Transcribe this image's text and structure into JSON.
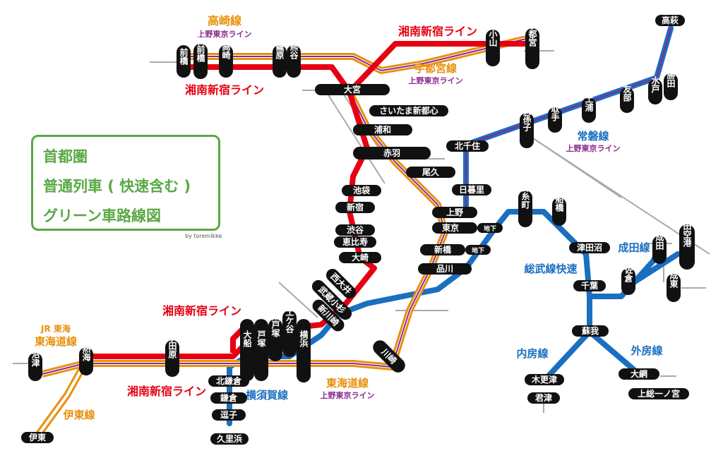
{
  "title": {
    "line1": "首都圏",
    "line2": "普通列車 ( 快速含む )",
    "line3": "グリーン車路線図"
  },
  "credit": "by toremikke",
  "colors": {
    "shonan": "#e60012",
    "tokaido": "#e8900c",
    "ueno_tokyo": "#8a2a8f",
    "sobu": "#1a6fc0",
    "joban": "#1a6fc0",
    "grey": "#aaaaaa",
    "station": "#111111",
    "title_green": "#5aa845"
  },
  "line_labels": {
    "takasaki": "高崎線",
    "takasaki_sub": "上野東京ライン",
    "shonan_top_left": "湘南新宿ライン",
    "shonan_top_right": "湘南新宿ライン",
    "utsunomiya": "宇都宮線",
    "utsunomiya_sub": "上野東京ライン",
    "joban": "常磐線",
    "joban_sub": "上野東京ライン",
    "sobu": "総武線快速",
    "narita": "成田線",
    "uchibo": "内房線",
    "sotobo": "外房線",
    "shonan_mid": "湘南新宿ライン",
    "shonan_bottom": "湘南新宿ライン",
    "jr_tokai": "JR 東海",
    "tokaido_left": "東海道線",
    "ito": "伊東線",
    "yokosuka": "横須賀線",
    "tokaido_bottom": "東海道線",
    "tokaido_bottom_sub": "上野東京ライン"
  },
  "stations": {
    "maebashi": "前橋",
    "shinmaebashi": "新前橋",
    "takasaki": "高崎",
    "kagohara": "籠原",
    "kumagaya": "熊谷",
    "oyama": "小山",
    "utsunomiya": "宇都宮",
    "omiya": "大宮",
    "saitama_shintoshin": "さいたま新都心",
    "urawa": "浦和",
    "akabane": "赤羽",
    "oku": "尾久",
    "ikebukuro": "池袋",
    "shinjuku": "新宿",
    "shibuya": "渋谷",
    "ebisu": "恵比寿",
    "osaki": "大崎",
    "nishioi": "西大井",
    "musashikosugi": "武蔵小杉",
    "shinkawasaki": "新川崎",
    "kawasaki": "川崎",
    "ueno": "上野",
    "tokyo": "東京",
    "shimbashi": "新橋",
    "shinagawa": "品川",
    "nippori": "日暮里",
    "kitasenju": "北千住",
    "abiko": "我孫子",
    "toride": "取手",
    "tsuchiura": "土浦",
    "tomobe": "友部",
    "mito": "水戸",
    "katsuta": "勝田",
    "takahagi": "高萩",
    "kinshicho": "錦糸町",
    "funabashi": "船橋",
    "tsudanuma": "津田沼",
    "chiba": "千葉",
    "soga": "蘇我",
    "kisarazu": "木更津",
    "kimitsu": "君津",
    "oami": "大網",
    "kazusaichinomiya": "上総一ノ宮",
    "sakura": "佐倉",
    "narita": "成田",
    "narita_airport": "成田空港",
    "naruto": "成東",
    "odawara": "小田原",
    "atami": "熱海",
    "numazu": "沼津",
    "ito": "伊東",
    "ofuna": "大船",
    "totsuka": "戸塚",
    "higashitotsuka": "東戸塚",
    "hodogaya": "保土ケ谷",
    "yokohama": "横浜",
    "kitakamakura": "北鎌倉",
    "kamakura": "鎌倉",
    "zushi": "逗子",
    "kurihama": "久里浜"
  },
  "chika": {
    "tokyo": "地下",
    "shimbashi": "地下"
  }
}
